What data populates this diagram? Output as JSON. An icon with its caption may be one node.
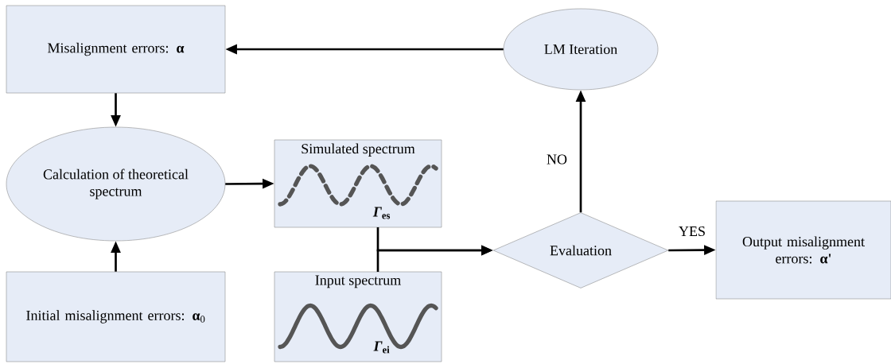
{
  "diagram": {
    "nodes": [
      {
        "text": [
          "Misalignment errors: **α**"
        ]
      },
      {
        "text": [
          "LM Iteration"
        ]
      },
      {
        "text": [
          "Calculation of theoretical spectrum"
        ]
      },
      {
        "text": [
          "Simulated spectrum",
          "*Γ*$_{es}$"
        ]
      },
      {
        "text": [
          "Input spectrum",
          "*Γ*$_{ei}$"
        ]
      },
      {
        "text": [
          "Evaluation"
        ]
      },
      {
        "text": [
          "Output misalignment errors: **α'**"
        ]
      },
      {
        "text": [
          "Initial misalignment errors: **α**$_{0}$"
        ]
      }
    ],
    "edges": [
      {
        "from": 1,
        "to": 0,
        "arrow": "to"
      },
      {
        "from": 0,
        "to": 2,
        "arrow": "to"
      },
      {
        "from": 7,
        "to": 2,
        "arrow": "to"
      },
      {
        "from": 2,
        "to": 3,
        "arrow": "to"
      },
      {
        "from": 3,
        "to": 5,
        "arrow": "to"
      },
      {
        "from": 4,
        "to": 5,
        "arrow": "to"
      },
      {
        "from": 5,
        "to": 1,
        "label": "NO",
        "arrow": "to"
      },
      {
        "from": 5,
        "to": 6,
        "label": "YES",
        "arrow": "to"
      }
    ]
  }
}
